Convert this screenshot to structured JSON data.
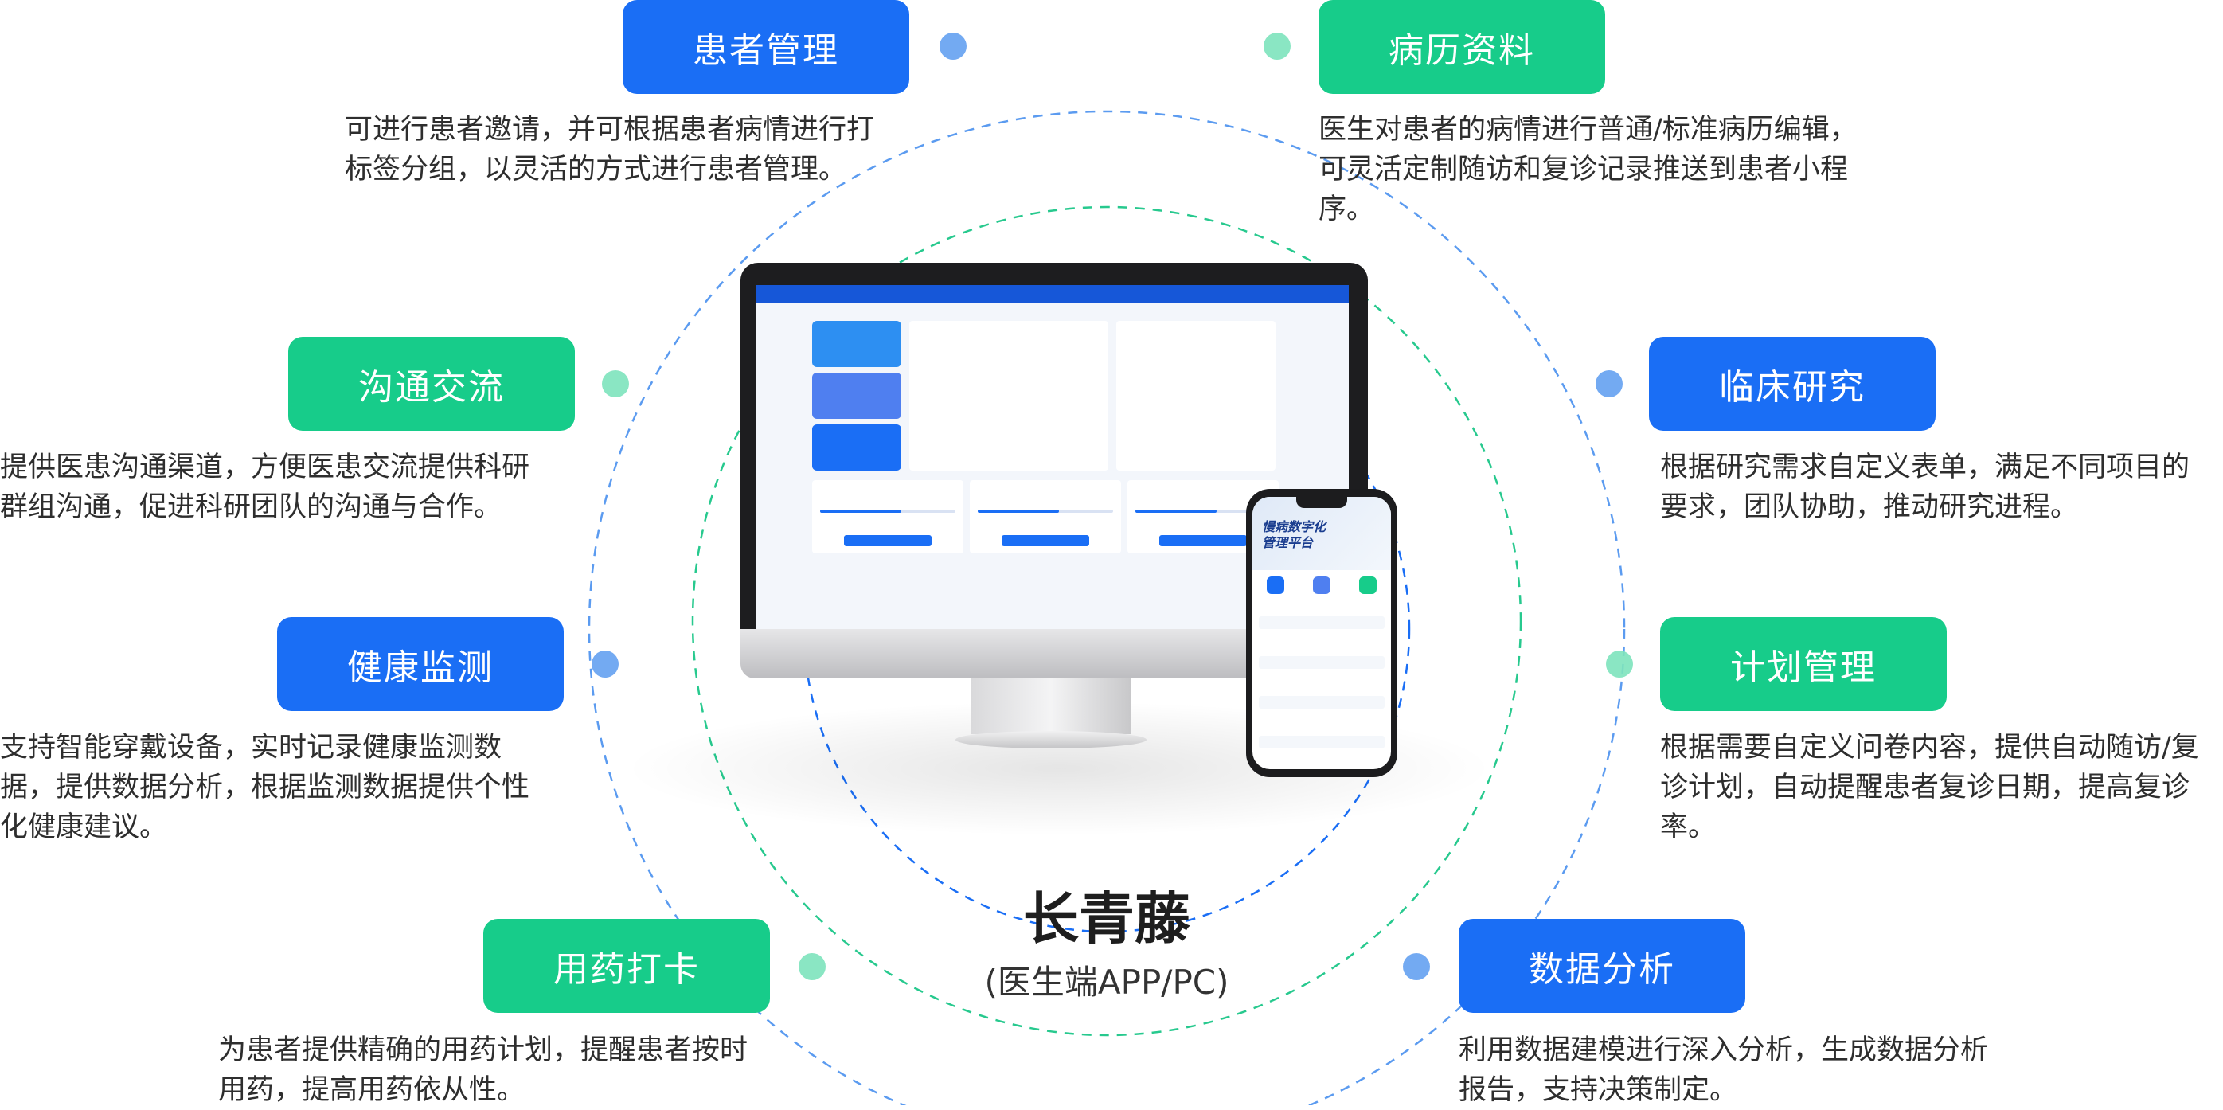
{
  "center": {
    "title": "长青藤",
    "subtitle": "(医生端APP/PC)"
  },
  "features": [
    {
      "title": "患者管理",
      "color": "blue",
      "desc": [
        "可进行患者邀请，并可根据患者病情进行打",
        "标签分组，以灵活的方式进行患者管理。"
      ]
    },
    {
      "title": "病历资料",
      "color": "green",
      "desc": [
        "医生对患者的病情进行普通/标准病历编辑，",
        "可灵活定制随访和复诊记录推送到患者小程",
        "序。"
      ]
    },
    {
      "title": "沟通交流",
      "color": "green",
      "desc": [
        "提供医患沟通渠道，方便医患交流提供科研",
        "群组沟通，促进科研团队的沟通与合作。"
      ]
    },
    {
      "title": "临床研究",
      "color": "blue",
      "desc": [
        "根据研究需求自定义表单，满足不同项目的",
        "要求，团队协助，推动研究进程。"
      ]
    },
    {
      "title": "健康监测",
      "color": "blue",
      "desc": [
        "支持智能穿戴设备，实时记录健康监测数",
        "据，提供数据分析，根据监测数据提供个性",
        "化健康建议。"
      ]
    },
    {
      "title": "计划管理",
      "color": "green",
      "desc": [
        "根据需要自定义问卷内容，提供自动随访/复",
        "诊计划，自动提醒患者复诊日期，提高复诊",
        "率。"
      ]
    },
    {
      "title": "用药打卡",
      "color": "green",
      "desc": [
        "为患者提供精确的用药计划，提醒患者按时",
        "用药，提高用药依从性。"
      ]
    },
    {
      "title": "数据分析",
      "color": "blue",
      "desc": [
        "利用数据建模进行深入分析，生成数据分析",
        "报告，支持决策制定。"
      ]
    }
  ],
  "phone_app": {
    "title_lines": [
      "慢病数字化",
      "管理平台"
    ]
  },
  "colors": {
    "blue": "#1a6ef5",
    "green": "#17cc8a"
  }
}
